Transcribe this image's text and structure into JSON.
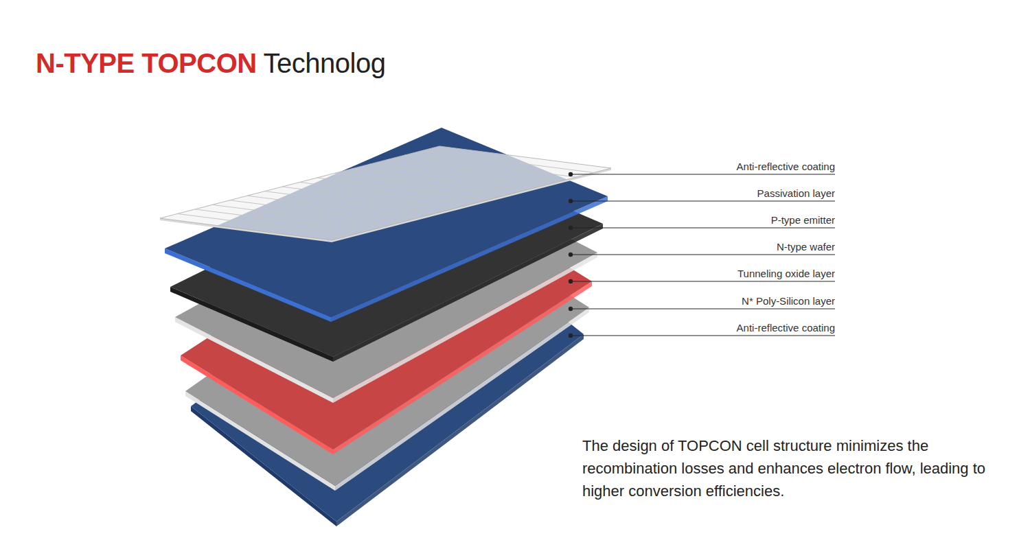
{
  "diagram": {
    "title": "N-TYPE TOPCON Technolog",
    "caption": "The design of TOPCON cell structure minimizes the recombination losses and enhances electron flow, leading to higher conversion efficiencies.",
    "labels": [
      "Anti-reflective coating",
      "Passivation layer",
      "P-type emitter",
      "N-type wafer",
      "Tunneling oxide layer",
      "N* Poly-Silicon layer",
      "Anti-reflective coating"
    ]
  }
}
